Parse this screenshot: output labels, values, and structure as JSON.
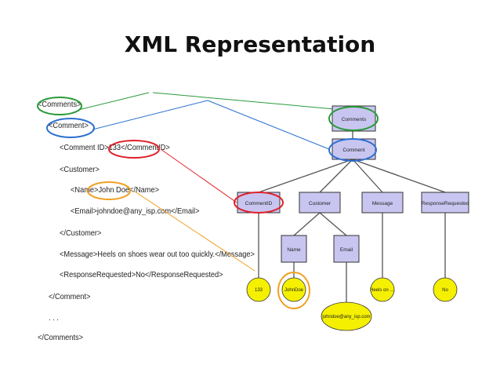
{
  "title": "XML Representation",
  "xml": {
    "lines": [
      "<Comments>",
      "<Comment>",
      "<Comment ID>133</CommentID>",
      "<Customer>",
      "<Name>John Doe</Name>",
      "<Email>johndoe@any_isp.com</Email>",
      "</Customer>",
      "<Message>Heels on shoes wear out too quickly.</Message>",
      "<ResponseRequested>No</ResponseRequested>",
      "</Comment>",
      ". . .",
      "</Comments>"
    ]
  },
  "tree": {
    "nodes": {
      "comments": "Comments",
      "comment": "Comment",
      "comment_id": "CommentID",
      "customer": "Customer",
      "message": "Message",
      "response_requested": "ResponseRequested",
      "name": "Name",
      "email": "Email"
    },
    "leaves": {
      "id_value": "133",
      "name_value": "JohnDoe",
      "email_value": "johndoe@any_isp.com",
      "message_value": "Heels on ....",
      "response_value": "No"
    }
  },
  "colors": {
    "node_fill": "#c8c6f0",
    "leaf_fill": "#f5f000",
    "green_highlight": "#2a9a3a",
    "blue_highlight": "#2b6fd0",
    "red_highlight": "#e0202a",
    "orange_highlight": "#f0a020"
  }
}
